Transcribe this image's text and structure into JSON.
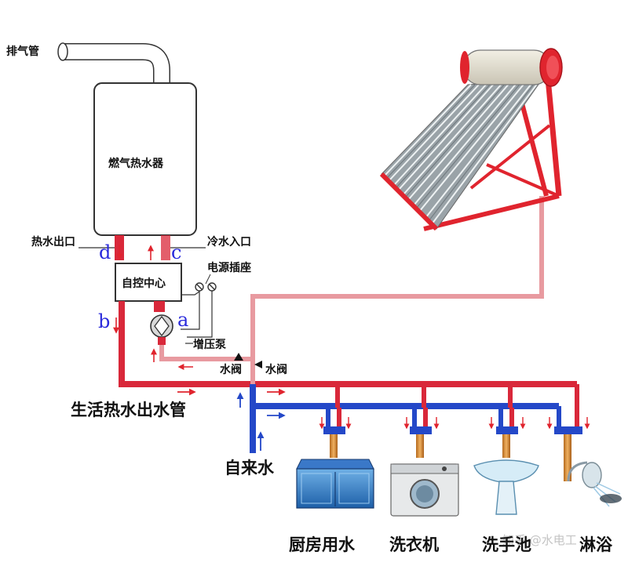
{
  "labels": {
    "exhaust_pipe": "排气管",
    "gas_heater": "燃气热水器",
    "hot_water_outlet": "热水出口",
    "cold_water_inlet": "冷水入口",
    "control_center": "自控中心",
    "power_socket": "电源插座",
    "booster_pump": "增压泵",
    "valve_left": "水阀",
    "valve_right": "水阀",
    "hot_water_main": "生活热水出水管",
    "tap_water": "自来水",
    "kitchen": "厨房用水",
    "washing_machine": "洗衣机",
    "wash_basin": "洗手池",
    "shower": "淋浴",
    "letter_a": "a",
    "letter_b": "b",
    "letter_c": "c",
    "letter_d": "d",
    "watermark": "知乎 @水电工"
  },
  "colors": {
    "hot_pipe": "#d9283a",
    "cold_pipe": "#2448c8",
    "solar_pipe": "#e89aa0",
    "solar_frame": "#e0242e",
    "arrow_red": "#e0242e",
    "arrow_blue": "#2448c8",
    "letter": "#2a2adc"
  }
}
